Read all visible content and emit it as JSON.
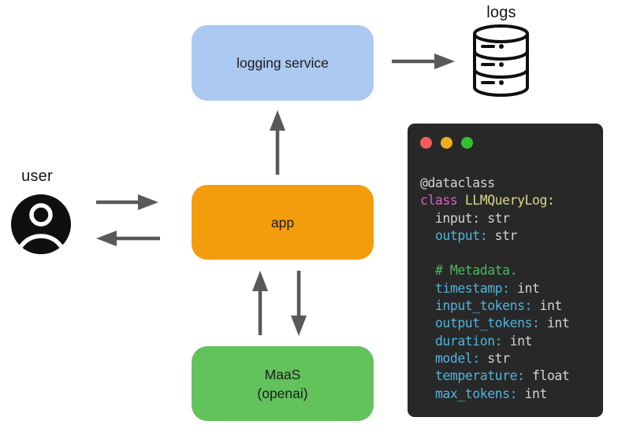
{
  "canvas": {
    "background": "#ffffff"
  },
  "diagram": {
    "user": {
      "label": "user",
      "icon_color": "#0f0f0f"
    },
    "logs": {
      "label": "logs",
      "icon_color": "#0f0f0f"
    },
    "boxes": {
      "logging_service": {
        "label": "logging service",
        "fill": "#ABC9F1",
        "text_color": "#1c1c1c"
      },
      "app": {
        "label": "app",
        "fill": "#F49D0C",
        "text_color": "#1c1c1c"
      },
      "maas": {
        "label": "MaaS",
        "sublabel": "(openai)",
        "fill": "#62C25C",
        "text_color": "#1c1c1c"
      }
    },
    "arrows": {
      "color": "#595959",
      "items": [
        {
          "name": "user-to-app",
          "direction": "right"
        },
        {
          "name": "app-to-user",
          "direction": "left"
        },
        {
          "name": "app-to-logging-service",
          "direction": "up"
        },
        {
          "name": "logging-service-to-logs",
          "direction": "right"
        },
        {
          "name": "maas-to-app",
          "direction": "up"
        },
        {
          "name": "app-to-maas",
          "direction": "down"
        }
      ]
    }
  },
  "code_window": {
    "background": "#282828",
    "traffic_lights": [
      "#F25C5C",
      "#EEAD1D",
      "#33C133"
    ],
    "token_colors": {
      "plain": "#D4D4D4",
      "keyword": "#D65FC6",
      "classname": "#D8D88A",
      "field": "#4FB4DC",
      "comment": "#4CB85C"
    },
    "lines": [
      [
        {
          "t": "@dataclass",
          "c": "plain"
        }
      ],
      [
        {
          "t": "class ",
          "c": "keyword"
        },
        {
          "t": "LLMQueryLog:",
          "c": "classname"
        }
      ],
      [
        {
          "t": "  input: str",
          "c": "plain"
        }
      ],
      [
        {
          "t": "  ",
          "c": "plain"
        },
        {
          "t": "output:",
          "c": "field"
        },
        {
          "t": " str",
          "c": "plain"
        }
      ],
      [],
      [
        {
          "t": "  ",
          "c": "plain"
        },
        {
          "t": "# Metadata.",
          "c": "comment"
        }
      ],
      [
        {
          "t": "  ",
          "c": "plain"
        },
        {
          "t": "timestamp:",
          "c": "field"
        },
        {
          "t": " int",
          "c": "plain"
        }
      ],
      [
        {
          "t": "  ",
          "c": "plain"
        },
        {
          "t": "input_tokens:",
          "c": "field"
        },
        {
          "t": " int",
          "c": "plain"
        }
      ],
      [
        {
          "t": "  ",
          "c": "plain"
        },
        {
          "t": "output_tokens:",
          "c": "field"
        },
        {
          "t": " int",
          "c": "plain"
        }
      ],
      [
        {
          "t": "  ",
          "c": "plain"
        },
        {
          "t": "duration:",
          "c": "field"
        },
        {
          "t": " int",
          "c": "plain"
        }
      ],
      [
        {
          "t": "  ",
          "c": "plain"
        },
        {
          "t": "model:",
          "c": "field"
        },
        {
          "t": " str",
          "c": "plain"
        }
      ],
      [
        {
          "t": "  ",
          "c": "plain"
        },
        {
          "t": "temperature:",
          "c": "field"
        },
        {
          "t": " float",
          "c": "plain"
        }
      ],
      [
        {
          "t": "  ",
          "c": "plain"
        },
        {
          "t": "max_tokens:",
          "c": "field"
        },
        {
          "t": " int",
          "c": "plain"
        }
      ]
    ]
  }
}
